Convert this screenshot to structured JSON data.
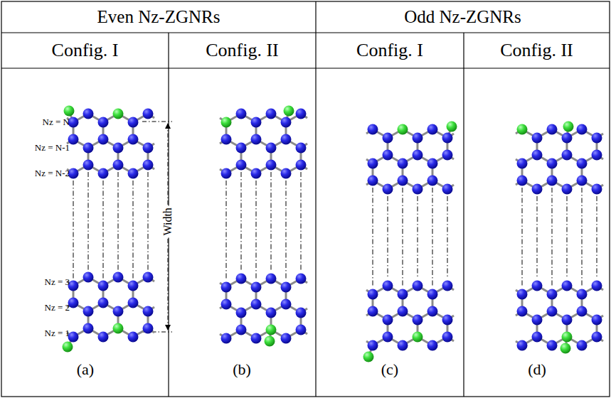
{
  "diagram": {
    "nodes": [
      {
        "text": [
          "Even Nz-ZGNRs"
        ]
      },
      {
        "text": [
          "Odd Nz-ZGNRs"
        ]
      },
      {
        "text": [
          "Config. I"
        ]
      },
      {
        "text": [
          "Config. II"
        ]
      },
      {
        "text": [
          "Config. I"
        ]
      },
      {
        "text": [
          "Config. II"
        ]
      }
    ],
    "edges": [],
    "labels": [
      "Nz = N",
      "Nz = N-1",
      "Nz = N-2",
      "Nz = 3",
      "Nz = 2",
      "Nz = 1",
      "Width",
      "(a)",
      "(b)",
      "(c)",
      "(d)"
    ]
  }
}
